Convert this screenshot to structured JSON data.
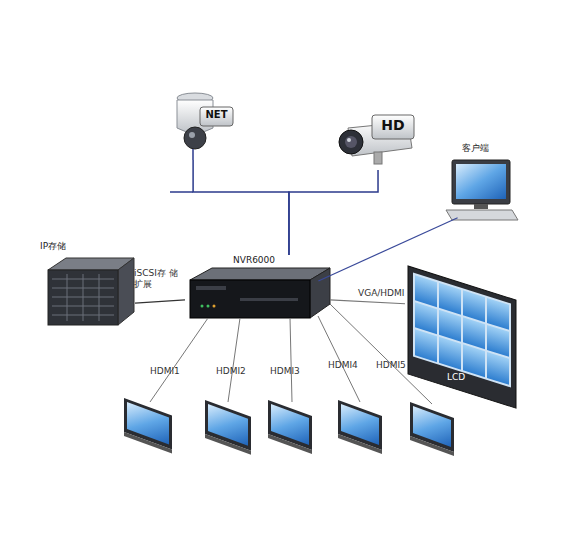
{
  "diagram": {
    "nodes": [
      {
        "text": [
          "NET"
        ]
      },
      {
        "text": [
          "HD"
        ]
      },
      {
        "text": [
          "客户端"
        ]
      },
      {
        "text": [
          "IP存储"
        ]
      },
      {
        "text": [
          "NVR6000"
        ]
      },
      {
        "text": [
          "LCD"
        ]
      }
    ],
    "edges": [
      {
        "from": 0,
        "to": 4,
        "arrow": "none"
      },
      {
        "from": 1,
        "to": 4,
        "arrow": "none"
      },
      {
        "from": 4,
        "to": 2,
        "arrow": "none"
      },
      {
        "from": 3,
        "to": 4,
        "label": "iSCSI存 储扩展",
        "arrow": "none"
      },
      {
        "from": 4,
        "to": 5,
        "label": "VGA/HDMI",
        "arrow": "none"
      }
    ],
    "labels": [
      "HDMI1",
      "HDMI2",
      "HDMI3",
      "HDMI4",
      "HDMI5"
    ]
  }
}
